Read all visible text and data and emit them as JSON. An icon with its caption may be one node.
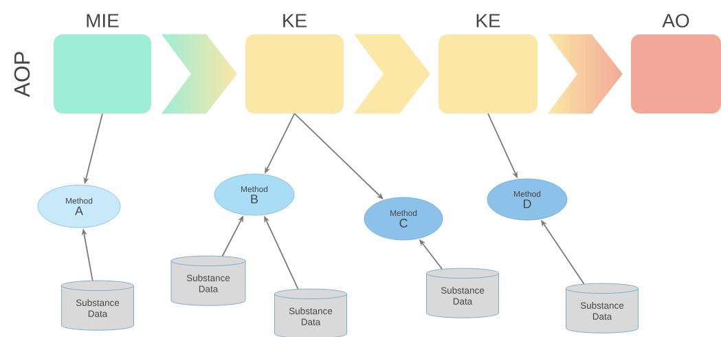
{
  "diagram": {
    "nodes": [
      {
        "text": [
          "MIE"
        ]
      },
      {
        "text": [
          "KE"
        ]
      },
      {
        "text": [
          "KE"
        ]
      },
      {
        "text": [
          "AO"
        ]
      },
      {
        "text": [
          "Method",
          "A"
        ]
      },
      {
        "text": [
          "Method",
          "B"
        ]
      },
      {
        "text": [
          "Method",
          "C"
        ]
      },
      {
        "text": [
          "Method",
          "D"
        ]
      },
      {
        "text": [
          "Substance Data"
        ]
      },
      {
        "text": [
          "Substance Data"
        ]
      },
      {
        "text": [
          "Substance Data"
        ]
      },
      {
        "text": [
          "Substance Data"
        ]
      },
      {
        "text": [
          "Substance Data"
        ]
      }
    ],
    "edges": [
      {
        "from": 0,
        "to": 1,
        "arrow": "to",
        "style": "thick",
        "color": "#9eecd6"
      },
      {
        "from": 1,
        "to": 2,
        "arrow": "to",
        "style": "thick",
        "color": "#fbe8a6"
      },
      {
        "from": 2,
        "to": 3,
        "arrow": "to",
        "style": "thick",
        "color": "#fbe8a6"
      },
      {
        "from": 0,
        "to": 4,
        "arrow": "to"
      },
      {
        "from": 1,
        "to": 5,
        "arrow": "to"
      },
      {
        "from": 1,
        "to": 6,
        "arrow": "to"
      },
      {
        "from": 2,
        "to": 7,
        "arrow": "to"
      },
      {
        "from": 8,
        "to": 4,
        "arrow": "to"
      },
      {
        "from": 9,
        "to": 5,
        "arrow": "to"
      },
      {
        "from": 10,
        "to": 5,
        "arrow": "to"
      },
      {
        "from": 11,
        "to": 6,
        "arrow": "to"
      },
      {
        "from": 12,
        "to": 7,
        "arrow": "to"
      }
    ],
    "labels": [
      "AOP"
    ]
  }
}
